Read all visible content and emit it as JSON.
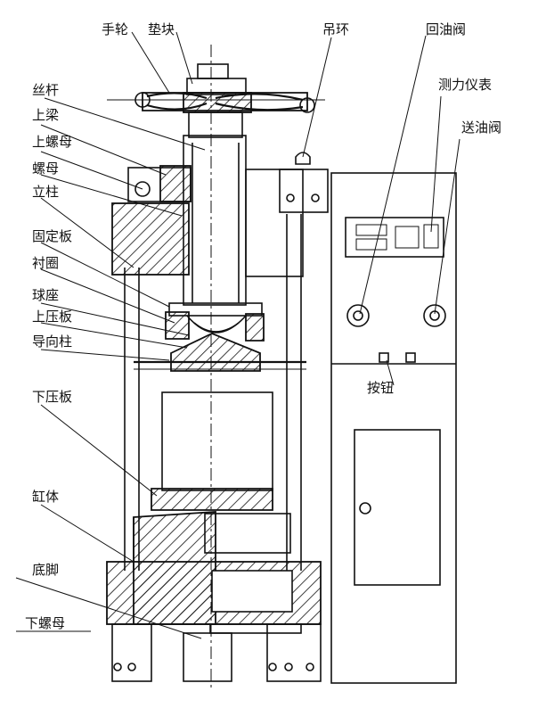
{
  "labels": {
    "handwheel": "手轮",
    "pad_block": "垫块",
    "lifting_ring": "吊环",
    "return_valve": "回油阀",
    "screw_rod": "丝杆",
    "force_gauge": "测力仪表",
    "upper_beam": "上梁",
    "feed_valve": "送油阀",
    "upper_nut": "上螺母",
    "nut": "螺母",
    "column": "立柱",
    "fixed_plate": "固定板",
    "liner_ring": "衬圈",
    "ball_seat": "球座",
    "upper_platen": "上压板",
    "guide_post": "导向柱",
    "button": "按钮",
    "lower_platen": "下压板",
    "cylinder_body": "缸体",
    "base_foot": "底脚",
    "lower_nut": "下螺母"
  }
}
